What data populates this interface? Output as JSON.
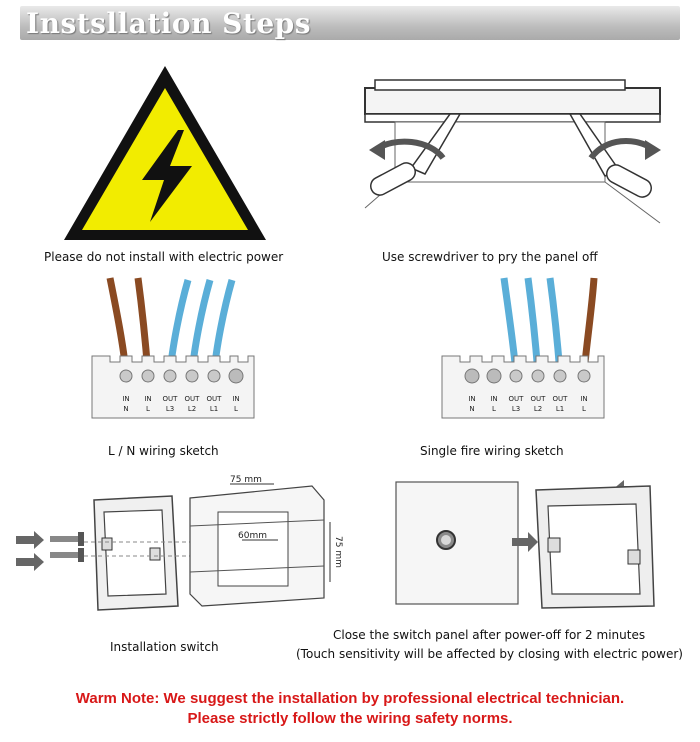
{
  "header": {
    "title": "Instsllation  Steps"
  },
  "steps": {
    "no_power": {
      "caption": "Please do not install with electric power"
    },
    "pry": {
      "caption": "Use screwdriver to pry the panel off"
    },
    "ln_wiring": {
      "caption": "L / N wiring sketch",
      "terminals": [
        {
          "top": "IN",
          "bottom": "N"
        },
        {
          "top": "IN",
          "bottom": "L"
        },
        {
          "top": "OUT",
          "bottom": "L3"
        },
        {
          "top": "OUT",
          "bottom": "L2"
        },
        {
          "top": "OUT",
          "bottom": "L1"
        },
        {
          "top": "IN",
          "bottom": "L"
        }
      ]
    },
    "single_fire": {
      "caption": "Single fire wiring sketch",
      "terminals": [
        {
          "top": "IN",
          "bottom": "N"
        },
        {
          "top": "IN",
          "bottom": "L"
        },
        {
          "top": "OUT",
          "bottom": "L3"
        },
        {
          "top": "OUT",
          "bottom": "L2"
        },
        {
          "top": "OUT",
          "bottom": "L1"
        },
        {
          "top": "IN",
          "bottom": "L"
        }
      ]
    },
    "install": {
      "caption": "Installation switch",
      "dim_width": "75 mm",
      "dim_height": "75 mm",
      "dim_depth": "60mm"
    },
    "close": {
      "caption_line1": "Close the switch panel after power-off for 2 minutes",
      "caption_line2": "(Touch sensitivity will be affected by closing with electric power)"
    }
  },
  "warm_note": {
    "line1": "Warm Note: We suggest the installation by professional electrical technician.",
    "line2": "Please strictly follow the wiring safety norms."
  },
  "colors": {
    "warning_yellow": "#f2ec00",
    "brown_wire": "#8a4a22",
    "blue_wire": "#5aaed8",
    "note_red": "#d81818"
  }
}
